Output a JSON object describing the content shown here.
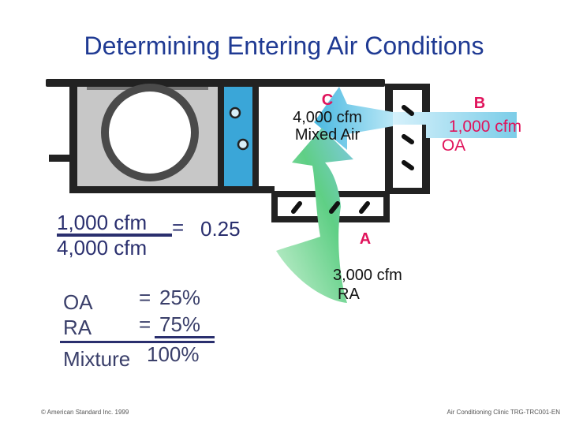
{
  "title": "Determining Entering Air Conditions",
  "point_c": {
    "letter": "C",
    "flow": "4,000 cfm",
    "desc": "Mixed Air"
  },
  "point_b": {
    "letter": "B",
    "flow": "1,000 cfm",
    "desc": "OA"
  },
  "point_a": {
    "letter": "A",
    "flow": "3,000 cfm",
    "desc": "RA"
  },
  "fraction": {
    "numerator": "1,000 cfm",
    "equals": "=",
    "result": "0.25",
    "denominator": "4,000 cfm"
  },
  "mix_table": {
    "rows": [
      {
        "label": "OA",
        "eq": "=",
        "value": "25%"
      },
      {
        "label": "RA",
        "eq": "=",
        "value": "75%"
      },
      {
        "label": "Mixture",
        "eq": "",
        "value": "100%"
      }
    ]
  },
  "footer": {
    "left": "© American Standard Inc. 1999",
    "right": "Air Conditioning Clinic TRG-TRC001-EN"
  },
  "colors": {
    "title": "#1f3a93",
    "accent": "#e0135b",
    "coil": "#3aa6d8",
    "arrow": "#8fd6ef",
    "arrow_green": "#6fd08a"
  }
}
